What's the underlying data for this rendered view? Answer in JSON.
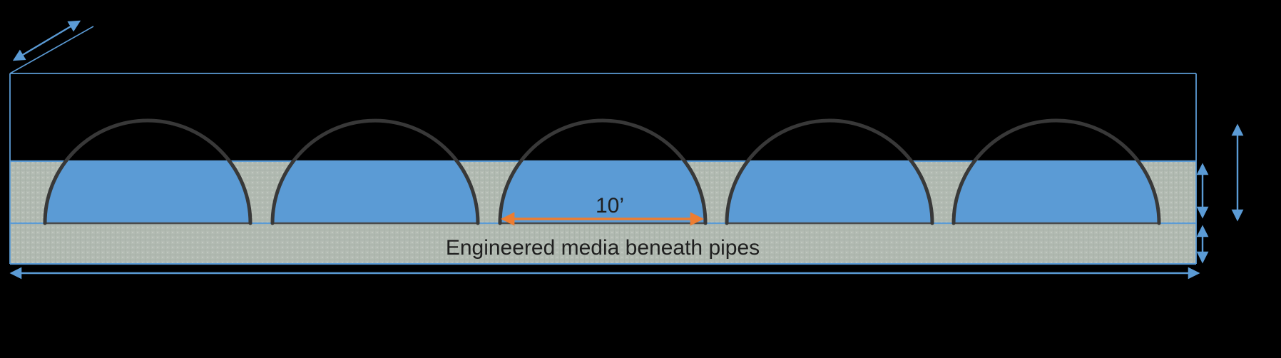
{
  "diagram": {
    "pipe_spacing_label": "10’",
    "media_caption": "Engineered media beneath pipes",
    "pipe_count": 5,
    "colors": {
      "accent_blue": "#5B9BD5",
      "pipe_fill": "#5B9BD5",
      "pipe_outline": "#383838",
      "media_gray": "#AFB9B0",
      "dimension_orange": "#ED7D31",
      "background": "#000000",
      "text": "#1F1F1F"
    }
  }
}
